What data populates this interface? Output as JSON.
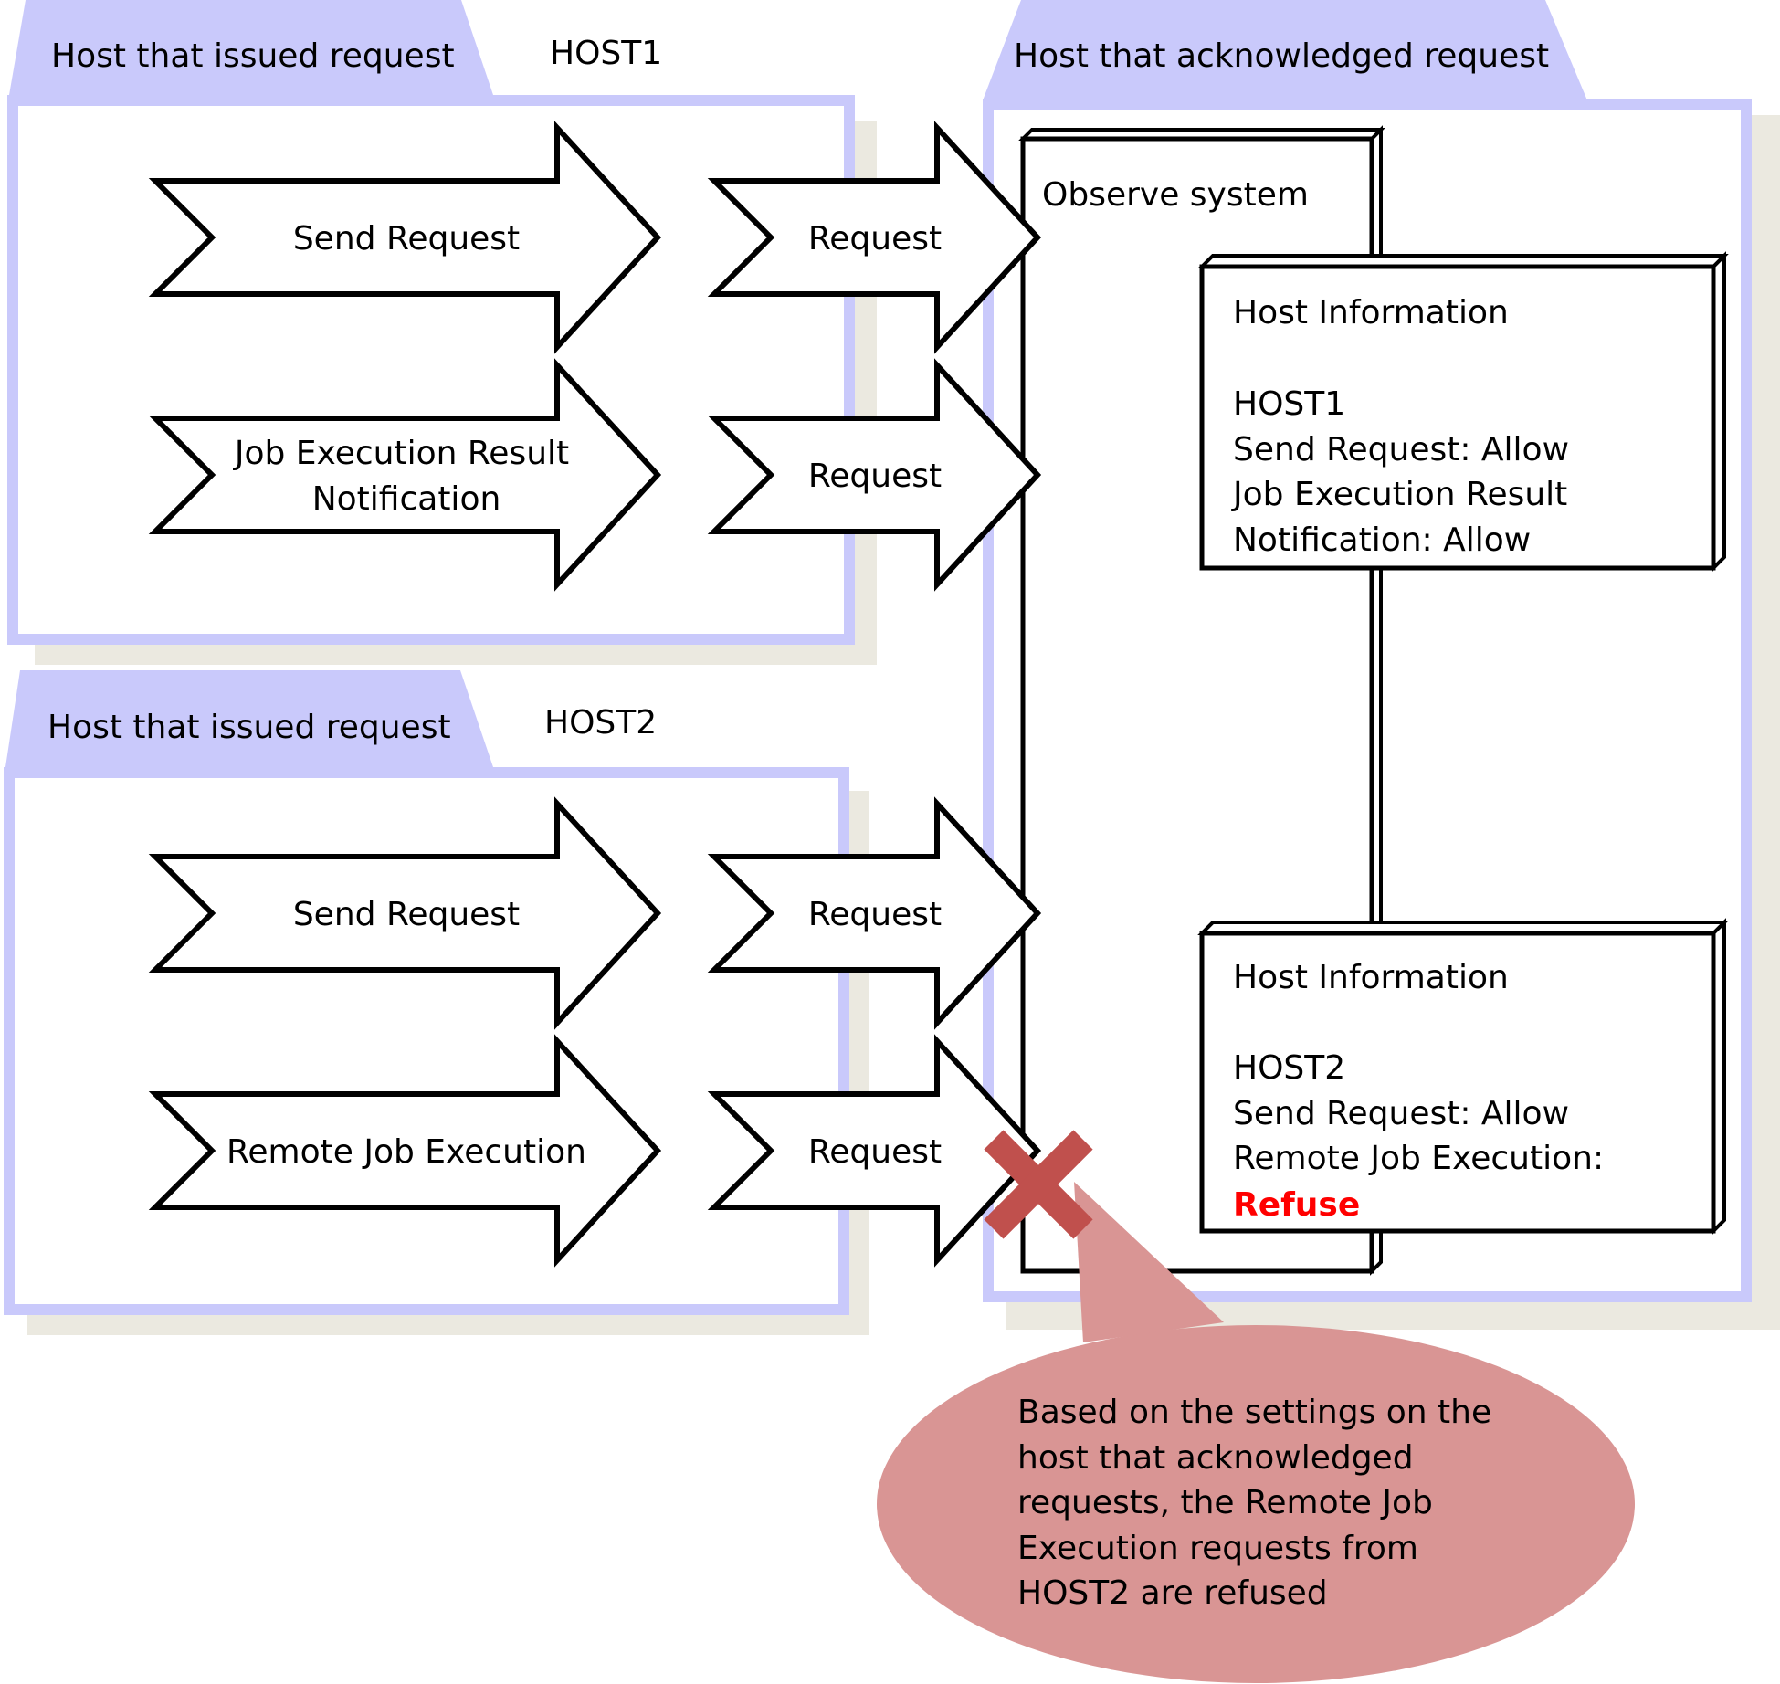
{
  "host1_panel": {
    "tab_label": "Host that issued request",
    "host_name": "HOST1",
    "arrows": [
      {
        "lines": [
          "Send Request"
        ]
      },
      {
        "lines": [
          "Job Execution Result",
          "Notification"
        ]
      }
    ],
    "request_labels": [
      "Request",
      "Request"
    ]
  },
  "host2_panel": {
    "tab_label": "Host that issued request",
    "host_name": "HOST2",
    "arrows": [
      {
        "lines": [
          "Send Request"
        ]
      },
      {
        "lines": [
          "Remote Job Execution"
        ]
      }
    ],
    "request_labels": [
      "Request",
      "Request"
    ]
  },
  "ack_panel": {
    "tab_label": "Host that acknowledged request",
    "system_label": "Observe system",
    "host_info_1": {
      "title": "Host Information",
      "lines": [
        "HOST1",
        "Send Request: Allow",
        "Job Execution Result",
        "Notification: Allow"
      ]
    },
    "host_info_2": {
      "title": "Host Information",
      "lines": [
        "HOST2",
        "Send Request: Allow",
        "Remote Job Execution:"
      ],
      "refuse_label": "Refuse"
    }
  },
  "callout": {
    "lines": [
      "Based on the settings on the",
      "host that acknowledged",
      "requests, the Remote Job",
      "Execution requests from",
      "HOST2 are refused"
    ]
  },
  "refuse_icon": "cross-icon",
  "colors": {
    "panel_border": "#c9c9fb",
    "shadow": "#ebe9e0",
    "refuse_text": "#ff0000",
    "cross": "#c0504d",
    "callout_fill": "#d99594"
  }
}
